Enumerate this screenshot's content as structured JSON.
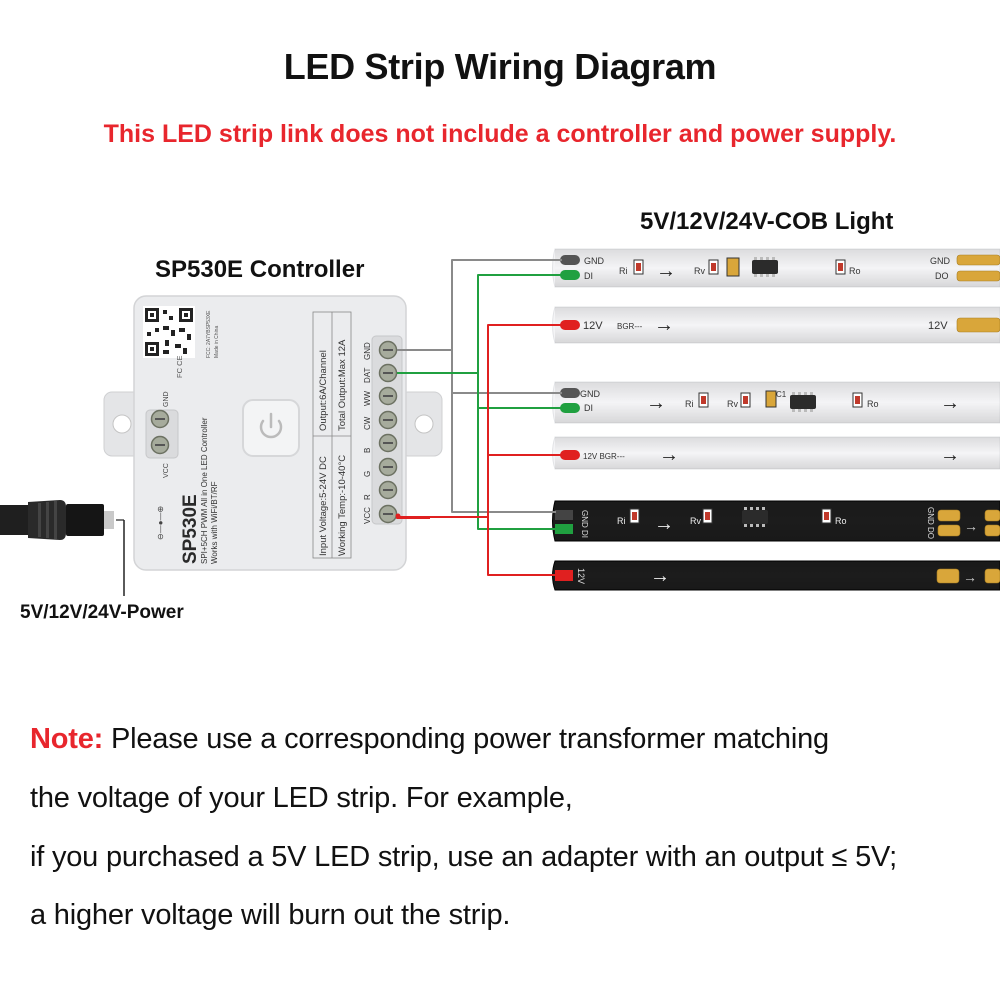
{
  "header": {
    "title": "LED Strip Wiring Diagram",
    "warning": "This LED strip link does not include a controller and power supply."
  },
  "controller": {
    "label": "SP530E Controller",
    "model": "SP530E",
    "subtitle_1": "SPI+5CH PWM All in One LED Controller",
    "subtitle_2": "Works with WiFi/BT/RF",
    "input_voltage": "Input Voltage:5-24V DC",
    "working_temp": "Working Temp:-10-40°C",
    "output_channel": "Output:6A/Channel",
    "total_output": "Total Output:Max 12A",
    "terminals": [
      "GND",
      "DAT",
      "WW",
      "CW",
      "B",
      "G",
      "R",
      "VCC"
    ],
    "power_terminals": [
      "GND",
      "VCC"
    ],
    "cert_marks": "FC CE",
    "small_print": "FCC: 2A7YBSP53XE",
    "made_in": "Made in China",
    "dc_symbol": "⊖—●—⊕"
  },
  "power": {
    "label": "5V/12V/24V-Power"
  },
  "strips": {
    "label": "5V/12V/24V-COB Light",
    "pads": {
      "gnd": "GND",
      "di": "DI",
      "do": "DO",
      "v12": "12V",
      "bgr": "BGR",
      "ri": "Ri",
      "rv": "Rv",
      "ro": "Ro",
      "c1": "C1"
    },
    "arrow": "→"
  },
  "colors": {
    "accent_red": "#e8262d",
    "wire_gray": "#8a8a8a",
    "wire_green": "#20a040",
    "wire_red": "#e02020",
    "strip_white": "#f4f4f6",
    "strip_black": "#1c1c1c",
    "copper_pad": "#d9a63a"
  },
  "note": {
    "prefix": "Note:",
    "line1": " Please use a corresponding power transformer matching",
    "line2": "the voltage of your LED strip. For example,",
    "line3": "if you purchased a 5V LED strip, use an adapter with an output ≤ 5V;",
    "line4": "a higher voltage will burn out the strip."
  }
}
